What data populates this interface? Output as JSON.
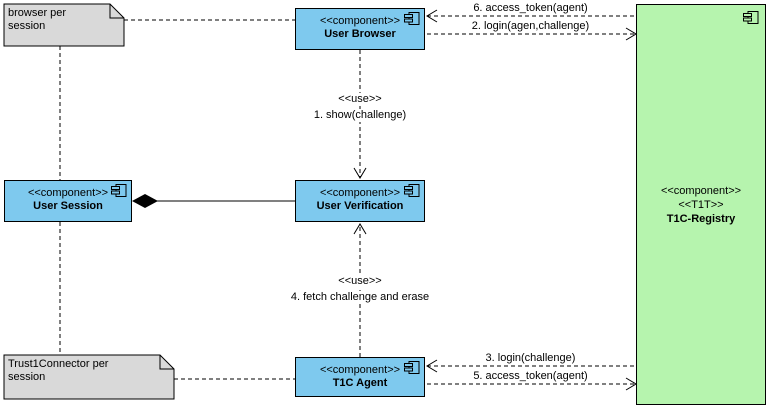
{
  "diagram": {
    "colors": {
      "component_fill": "#7ec9ee",
      "registry_fill": "#b6f4ae",
      "note_fill": "#d9d9d9",
      "line": "#000000",
      "background": "#ffffff"
    },
    "notes": {
      "browser": {
        "text": "browser per\nsession"
      },
      "trust1connector": {
        "text": "Trust1Connector per\nsession"
      }
    },
    "components": {
      "user_browser": {
        "stereotype": "<<component>>",
        "name": "User Browser"
      },
      "user_session": {
        "stereotype": "<<component>>",
        "name": "User Session"
      },
      "user_verification": {
        "stereotype": "<<component>>",
        "name": "User Verification"
      },
      "t1c_agent": {
        "stereotype": "<<component>>",
        "name": "T1C Agent"
      },
      "t1c_registry": {
        "stereotype": "<<component>>",
        "substereotype": "<<T1T>>",
        "name": "T1C-Registry"
      }
    },
    "messages": {
      "access_token_browser": "6. access_token(agent)",
      "login_browser": "2. login(agen,challenge)",
      "use_show": "<<use>>",
      "show_challenge": "1. show(challenge)",
      "use_fetch": "<<use>>",
      "fetch_challenge": "4. fetch challenge and erase",
      "login_agent": "3. login(challenge)",
      "access_token_agent": "5. access_token(agent)"
    }
  }
}
